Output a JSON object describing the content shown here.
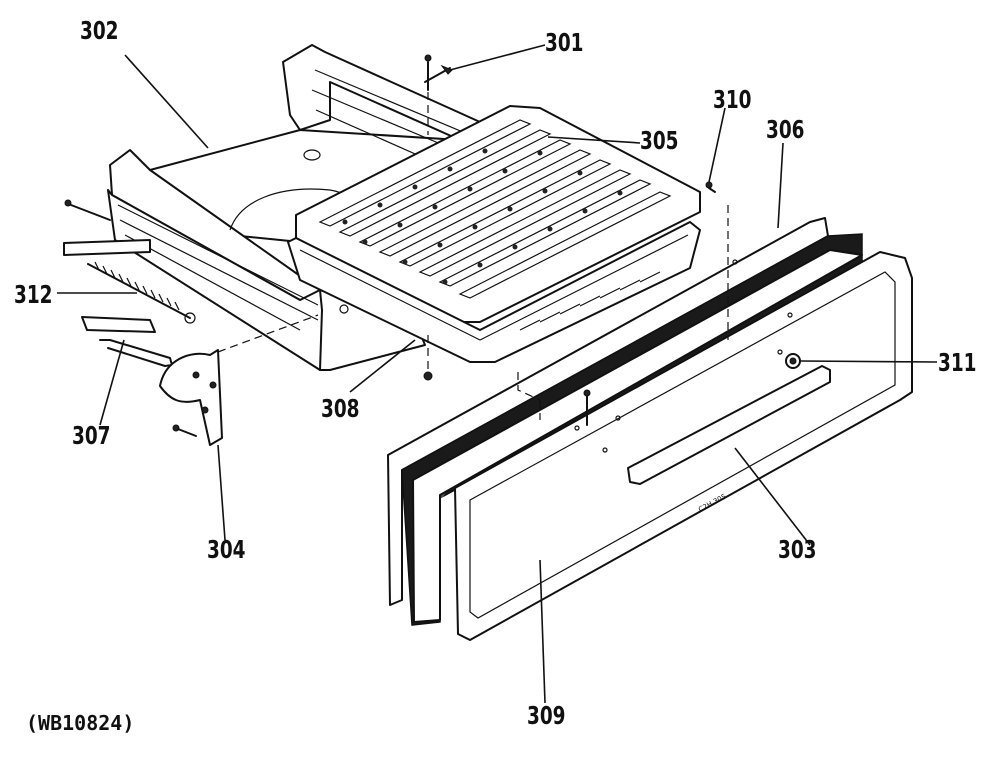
{
  "diagram": {
    "callouts": [
      {
        "id": "c302",
        "label": "302"
      },
      {
        "id": "c301",
        "label": "301"
      },
      {
        "id": "c305",
        "label": "305"
      },
      {
        "id": "c310",
        "label": "310"
      },
      {
        "id": "c306",
        "label": "306"
      },
      {
        "id": "c312",
        "label": "312"
      },
      {
        "id": "c311",
        "label": "311"
      },
      {
        "id": "c307",
        "label": "307"
      },
      {
        "id": "c308",
        "label": "308"
      },
      {
        "id": "c304",
        "label": "304"
      },
      {
        "id": "c303",
        "label": "303"
      },
      {
        "id": "c309",
        "label": "309"
      }
    ],
    "model_code": "(WB10824)",
    "panel_stamp": "C2H 305"
  }
}
